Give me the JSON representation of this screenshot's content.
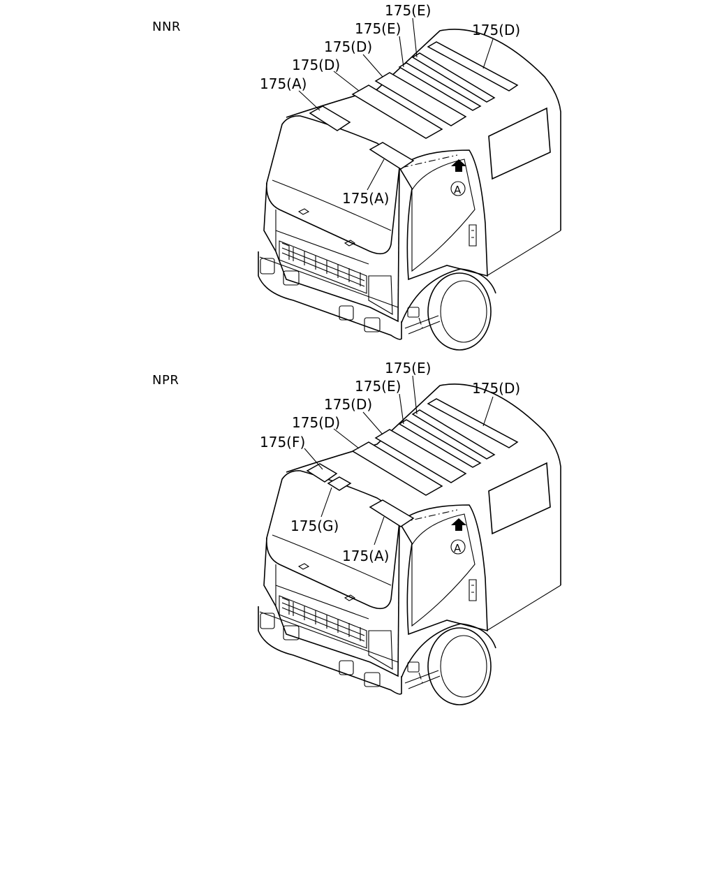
{
  "diagrams": [
    {
      "model": "NNR",
      "callouts": [
        "175(E)",
        "175(E)",
        "175(D)",
        "175(D)",
        "175(D)",
        "175(A)",
        "175(A)"
      ],
      "view_marker": "A"
    },
    {
      "model": "NPR",
      "callouts": [
        "175(E)",
        "175(E)",
        "175(D)",
        "175(D)",
        "175(D)",
        "175(F)",
        "175(G)",
        "175(A)"
      ],
      "view_marker": "A"
    }
  ]
}
